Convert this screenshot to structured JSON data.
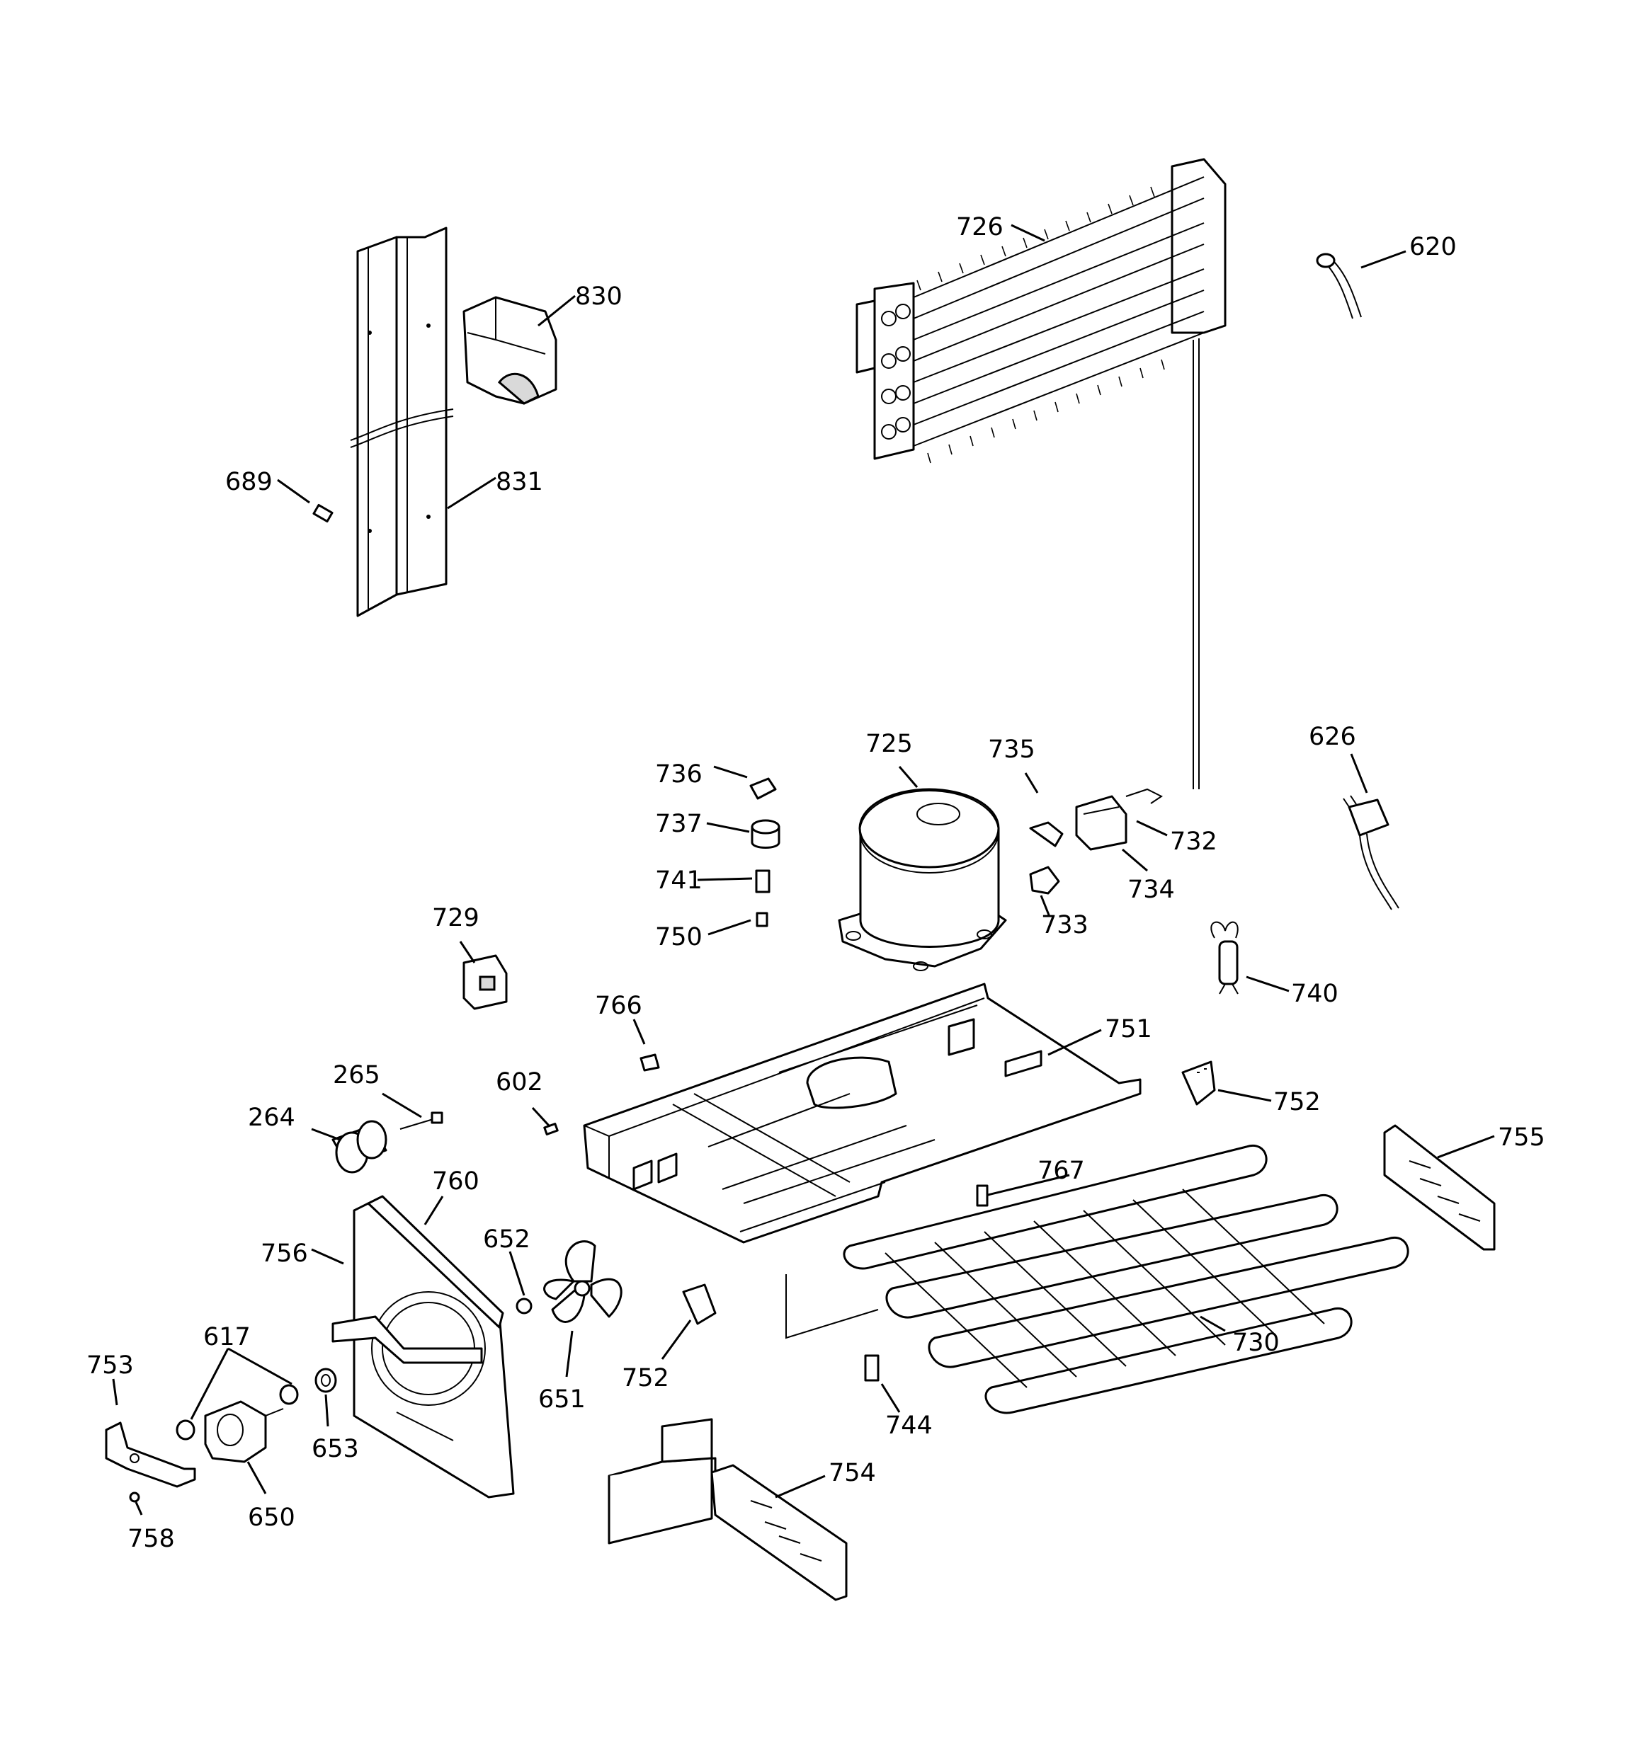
{
  "labels": {
    "l620": "620",
    "l626": "626",
    "l689": "689",
    "l725": "725",
    "l726": "726",
    "l729": "729",
    "l730": "730",
    "l732": "732",
    "l733": "733",
    "l734": "734",
    "l735": "735",
    "l736": "736",
    "l737": "737",
    "l740": "740",
    "l741": "741",
    "l744": "744",
    "l750": "750",
    "l751": "751",
    "l752a": "752",
    "l752b": "752",
    "l753": "753",
    "l754": "754",
    "l755": "755",
    "l756": "756",
    "l758": "758",
    "l760": "760",
    "l766": "766",
    "l767": "767",
    "l830": "830",
    "l831": "831",
    "l264": "264",
    "l265": "265",
    "l602": "602",
    "l617": "617",
    "l650": "650",
    "l651": "651",
    "l652": "652",
    "l653": "653"
  }
}
